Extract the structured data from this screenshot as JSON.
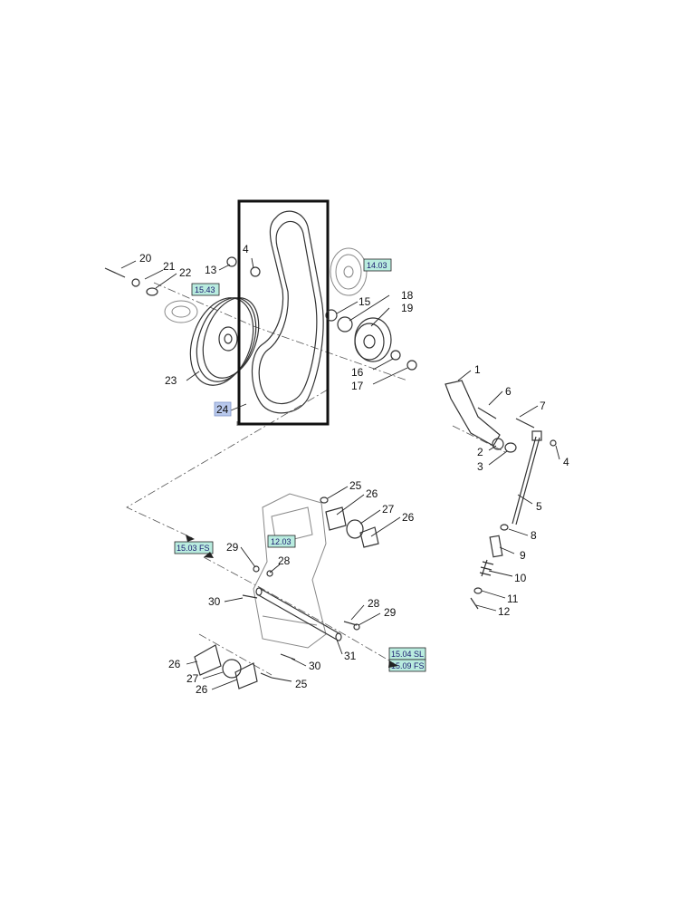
{
  "callouts": [
    "1",
    "2",
    "3",
    "4",
    "4",
    "5",
    "6",
    "7",
    "8",
    "9",
    "10",
    "11",
    "12",
    "13",
    "15",
    "16",
    "17",
    "18",
    "19",
    "20",
    "21",
    "22",
    "23",
    "25",
    "25",
    "26",
    "26",
    "26",
    "26",
    "27",
    "27",
    "28",
    "28",
    "29",
    "29",
    "30",
    "30",
    "31"
  ],
  "highlight_callout": "24",
  "references": [
    "14.03",
    "15.43",
    "15.03 FS",
    "12.03",
    "15.04 SL",
    "15.09 FS"
  ],
  "colors": {
    "reference_fill": "#b9ecdf",
    "highlight_fill": "#b8c8ec",
    "frame": "#111111",
    "lines": "#333333"
  }
}
